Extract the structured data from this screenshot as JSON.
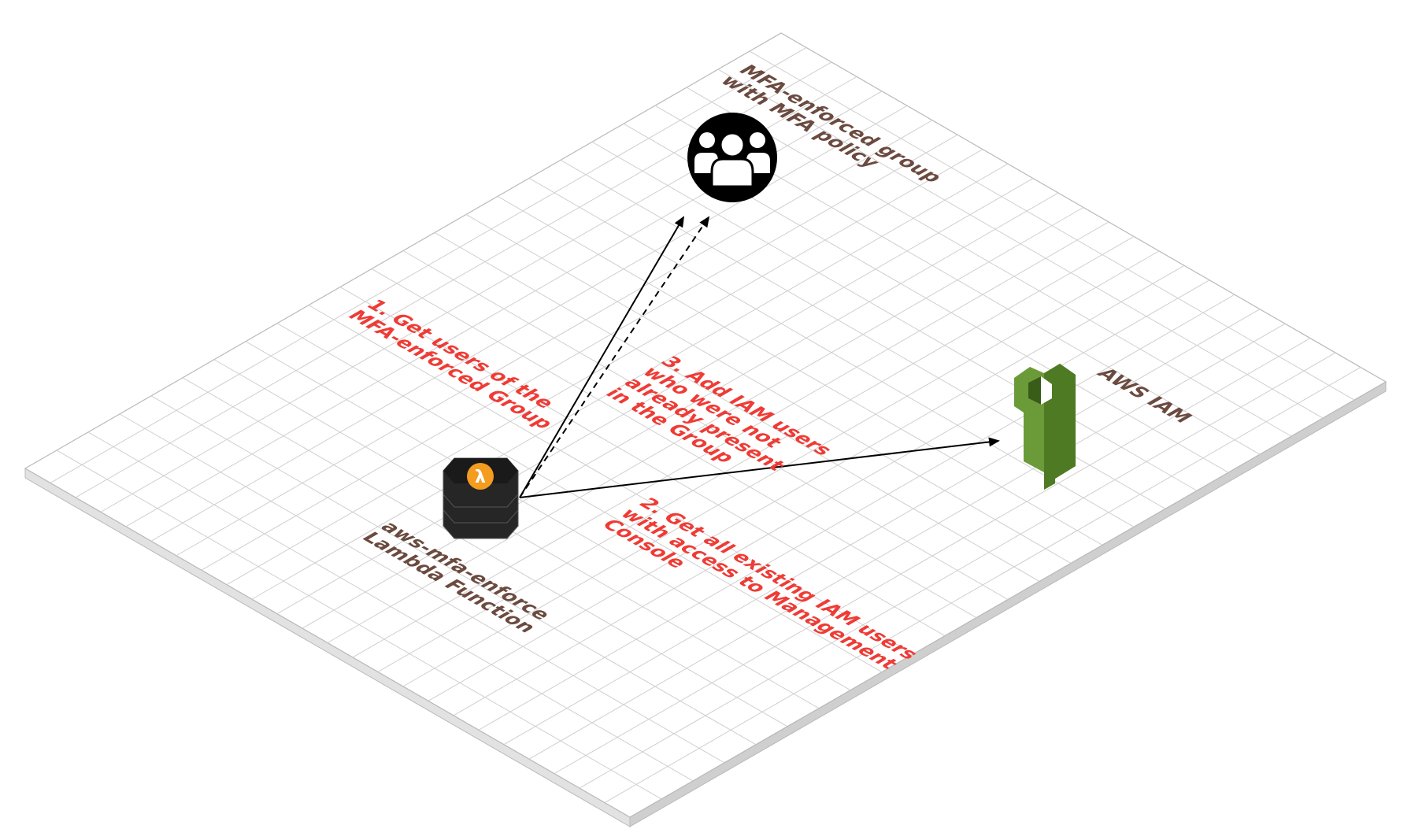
{
  "group_label": {
    "line1": "MFA-enforced group",
    "line2": "with MFA policy"
  },
  "iam_label": "AWS IAM",
  "lambda_label": {
    "line1": "aws-mfa-enforce",
    "line2": "Lambda Function"
  },
  "step1": {
    "line1": "1. Get users of the",
    "line2": "MFA-enforced Group"
  },
  "step2": {
    "line1": "2. Get all existing IAM users",
    "line2": "with access to Management",
    "line3": "Console"
  },
  "step3": {
    "line1": "3. Add IAM users",
    "line2": "who were not",
    "line3": "already present",
    "line4": "in the Group"
  },
  "lambda_symbol": "λ",
  "colors": {
    "label_brown": "#6b4a3f",
    "step_red": "#ef3b35",
    "iam_green": "#6b9b38",
    "lambda_orange": "#f39c1f",
    "grid_line": "#cfcfcf"
  },
  "icons": [
    "users-group-icon",
    "lambda-icon",
    "iam-key-icon"
  ]
}
